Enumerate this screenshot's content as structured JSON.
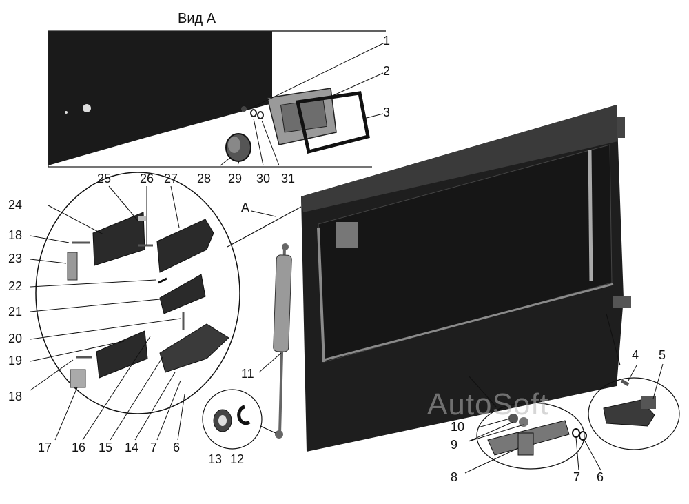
{
  "view_title": "Вид А",
  "view_pointer_label": "A",
  "watermark": "AutoSoft",
  "callouts": {
    "n1": "1",
    "n2": "2",
    "n3": "3",
    "n4": "4",
    "n5": "5",
    "n6a": "6",
    "n6b": "6",
    "n7a": "7",
    "n7b": "7",
    "n8": "8",
    "n9": "9",
    "n10": "10",
    "n11": "11",
    "n12": "12",
    "n13": "13",
    "n14": "14",
    "n15": "15",
    "n16": "16",
    "n17": "17",
    "n18a": "18",
    "n18b": "18",
    "n19": "19",
    "n20": "20",
    "n21": "21",
    "n22": "22",
    "n23": "23",
    "n24": "24",
    "n25": "25",
    "n26": "26",
    "n27": "27",
    "n28": "28",
    "n29": "29",
    "n30": "30",
    "n31": "31"
  },
  "colors": {
    "ink": "#111111",
    "panel": "#1c1c1c",
    "metal": "#8a8a8a",
    "light": "#d8d8d8"
  }
}
